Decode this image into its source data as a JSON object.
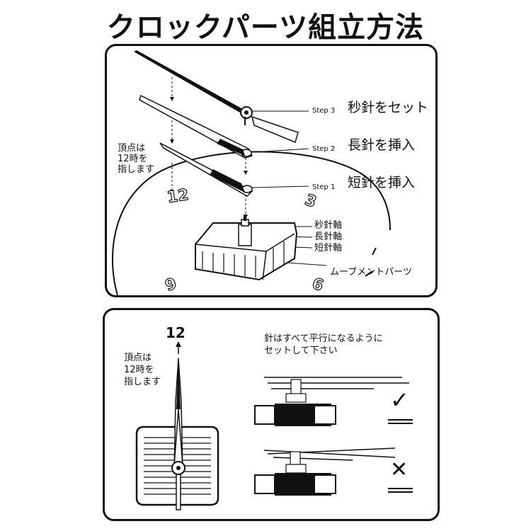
{
  "title": "クロックパーツ組立方法",
  "top_panel": {
    "steps": [
      {
        "step": "Step 3",
        "text": "秒針をセット"
      },
      {
        "step": "Step 2",
        "text": "長針を挿入"
      },
      {
        "step": "Step 1",
        "text": "短針を挿入"
      }
    ],
    "shaft_labels": [
      "秒針軸",
      "長針軸",
      "短針軸"
    ],
    "movement_label": "ムーブメントパーツ",
    "vertex_note": [
      "頂点は",
      "12時を",
      "指します"
    ],
    "dial_numbers": [
      "12",
      "3",
      "9",
      "6"
    ]
  },
  "bottom_panel": {
    "number_12": "12",
    "vertex_note": [
      "頂点は",
      "12時を",
      "指します"
    ],
    "parallel_note": [
      "針はすべて平行になるように",
      "セットして下さい"
    ],
    "check_mark": "✓",
    "cross_mark": "✕"
  }
}
